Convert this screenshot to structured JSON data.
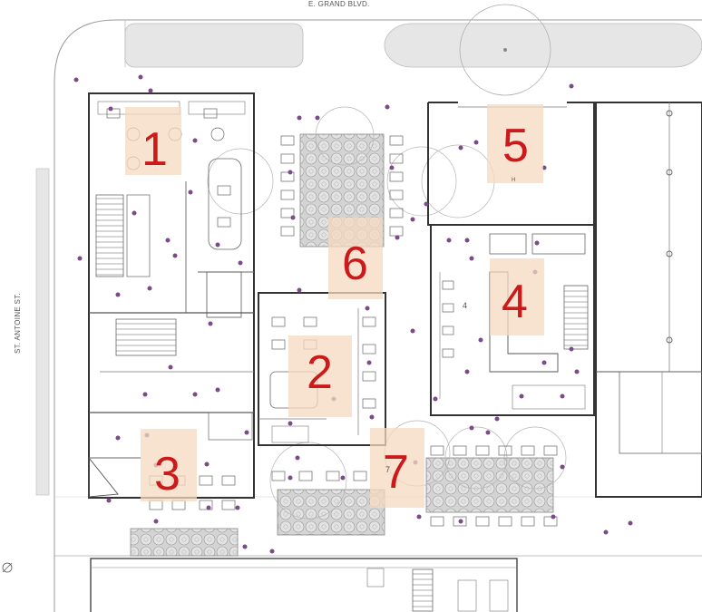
{
  "streets": {
    "north": "E. GRAND BLVD.",
    "west": "ST. ANTOINE ST."
  },
  "zones": [
    {
      "id": "1",
      "label": "1"
    },
    {
      "id": "2",
      "label": "2"
    },
    {
      "id": "3",
      "label": "3"
    },
    {
      "id": "4",
      "label": "4"
    },
    {
      "id": "5",
      "label": "5"
    },
    {
      "id": "6",
      "label": "6"
    },
    {
      "id": "7",
      "label": "7"
    }
  ],
  "room_tags": {
    "room_4": "4",
    "room_7": "7",
    "room_5": "H"
  },
  "colors": {
    "zone_number": "#cc1a1a",
    "zone_highlight": "#f5d9c2",
    "wall": "#444444",
    "line": "#888888",
    "paving": "#e6e6e6",
    "planter": "#cfcfcf",
    "people": "#7a4a8a"
  }
}
